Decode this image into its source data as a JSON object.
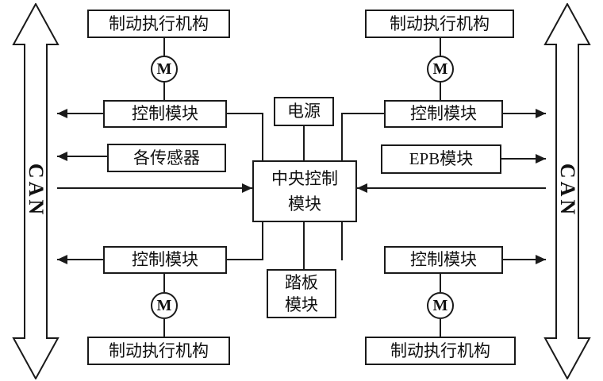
{
  "labels": {
    "can": "CAN",
    "brake_actuator": "制动执行机构",
    "motor": "M",
    "control_module": "控制模块",
    "sensors": "各传感器",
    "power": "电源",
    "central_control": {
      "line1": "中央控制",
      "line2": "模块"
    },
    "epb": "EPB模块",
    "pedal": {
      "line1": "踏板",
      "line2": "模块"
    }
  },
  "colors": {
    "line": "#1a1a1a",
    "background": "#ffffff"
  }
}
